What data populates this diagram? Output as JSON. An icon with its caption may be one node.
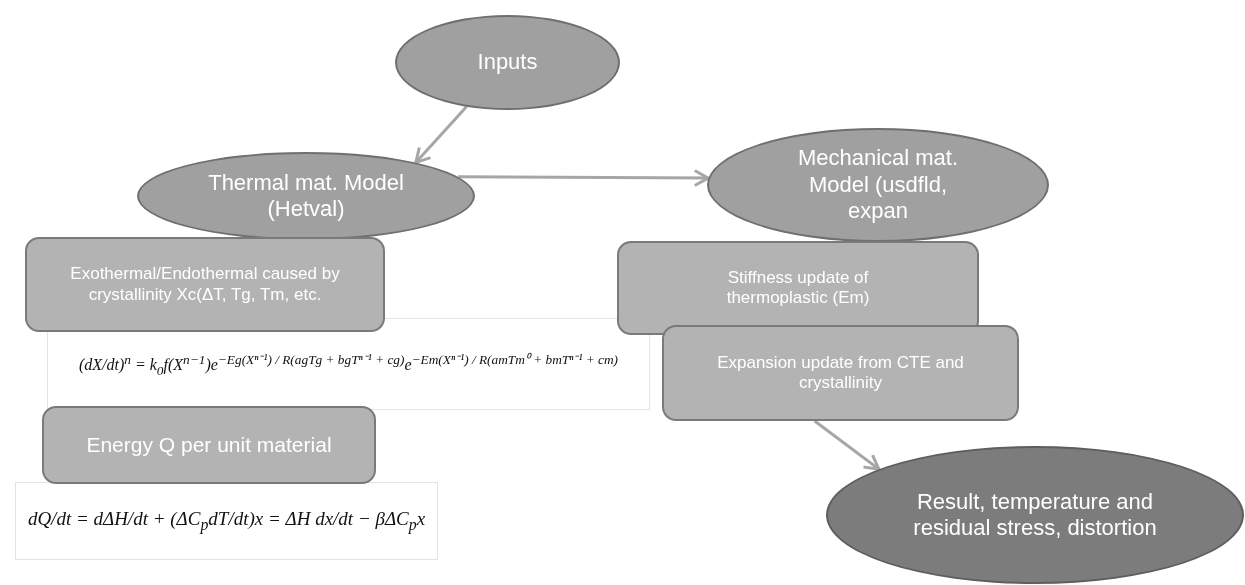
{
  "diagram": {
    "nodes": [
      {
        "text": [
          "Inputs"
        ]
      },
      {
        "text": [
          "Thermal mat. Model (Hetval)"
        ]
      },
      {
        "text": [
          "Mechanical mat. Model (usdfld, expan"
        ]
      },
      {
        "text": [
          "Exothermal/Endothermal caused by crystallinity Xc(ΔT, Tg, Tm, etc."
        ]
      },
      {
        "text": [
          "Stiffness update of thermoplastic (Em)"
        ]
      },
      {
        "text": [
          "Expansion update from CTE and crystallinity"
        ]
      },
      {
        "text": [
          "Energy Q per unit material"
        ]
      },
      {
        "text": [
          "Result, temperature and residual stress, distortion"
        ]
      }
    ],
    "edges": [
      {
        "from": 0,
        "to": 1,
        "arrow": "to"
      },
      {
        "from": 1,
        "to": 2,
        "arrow": "to"
      },
      {
        "from": 5,
        "to": 7,
        "arrow": "to"
      }
    ],
    "labels": [
      "(dX/dt)$^{n}$ = k$_{0}$f(X$^{n−1}$)e$^{−Eg(Xⁿ⁻¹) / R(agTg + bgTⁿ⁻¹ + cg)}$e$^{−Em(Xⁿ⁻¹) / R(amTm⁰ + bmTⁿ⁻¹ + cm)}$",
      "dQ/dt = dΔH/dt + (ΔC$_{p}$dT/dt)x = ΔH dx/dt − βΔC$_{p}$x"
    ]
  }
}
